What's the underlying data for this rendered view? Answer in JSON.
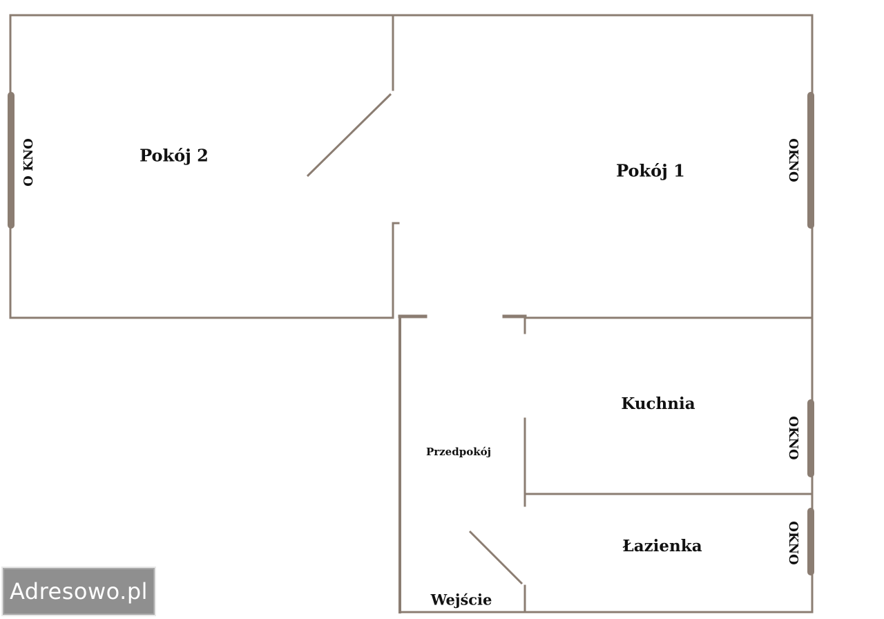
{
  "rooms": {
    "pokoj2": "Pokój 2",
    "pokoj1": "Pokój 1",
    "kuchnia": "Kuchnia",
    "przedpokoj": "Przedpokój",
    "lazienka": "Łazienka",
    "wejscie": "Wejście"
  },
  "windows": {
    "pokoj2_left": "O KNO",
    "pokoj1_right": "OKNO",
    "kuchnia_right": "OKNO",
    "lazienka_right": "OKNO"
  },
  "watermark": "Adresowo.pl",
  "colors": {
    "wall": "#8b7d72",
    "watermark_bg": "#8f8f8f",
    "text": "#111111"
  }
}
